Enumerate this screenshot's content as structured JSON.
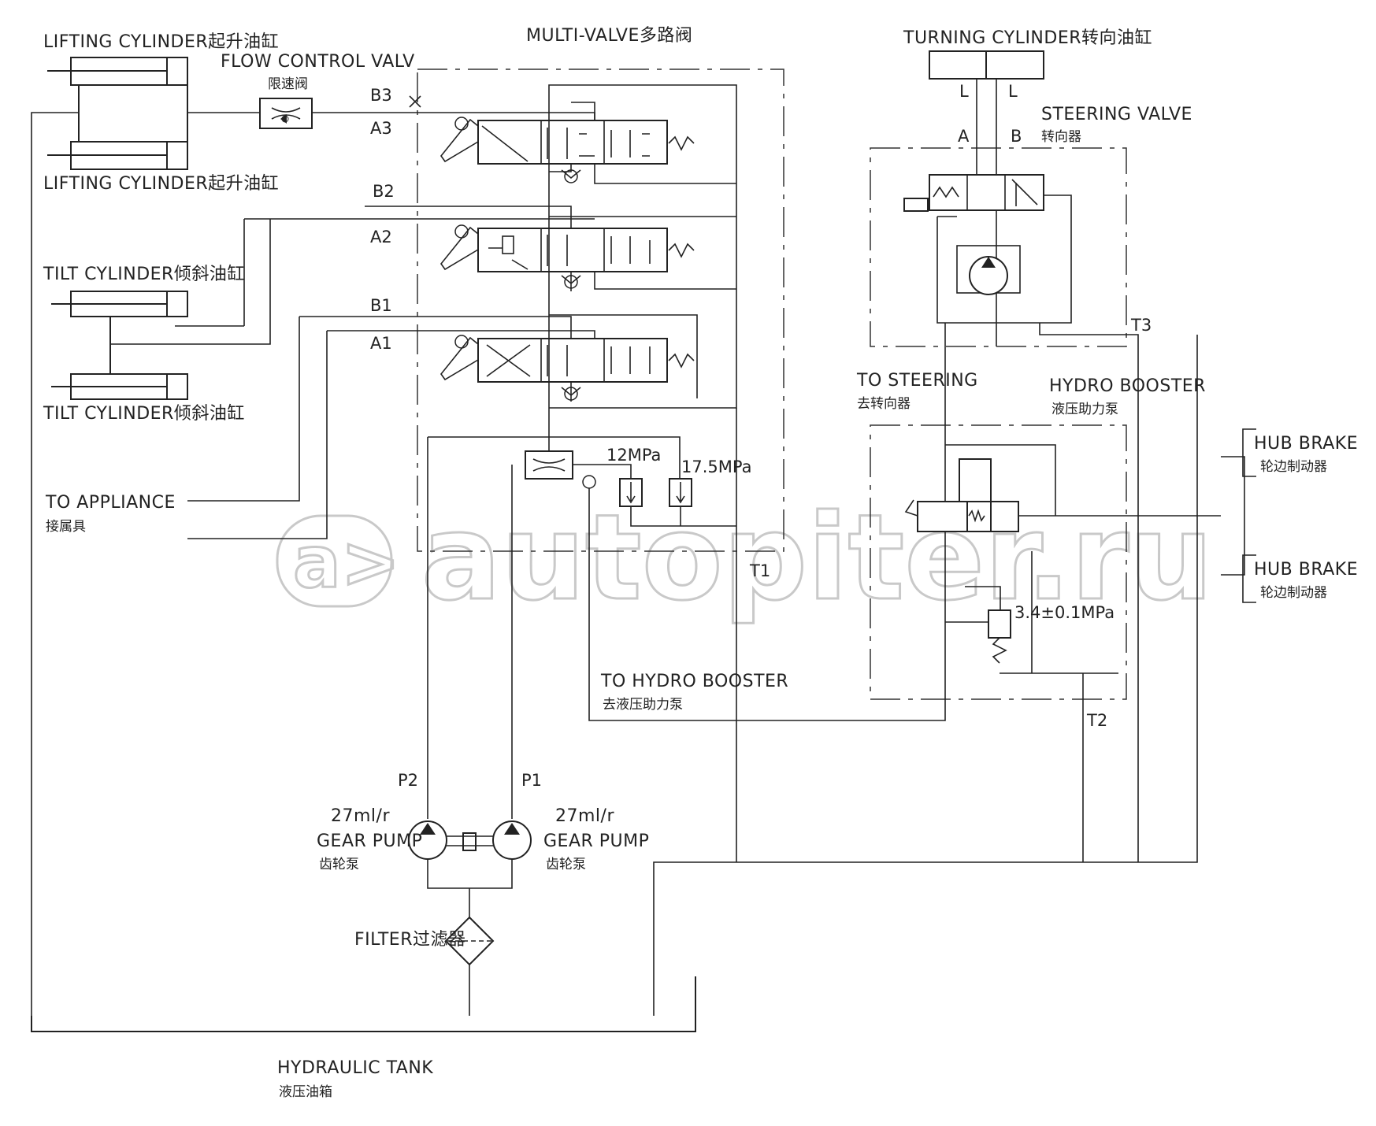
{
  "labels": {
    "lifting_cyl_top": "LIFTING CYLINDER起升油缸",
    "lifting_cyl_bottom": "LIFTING CYLINDER起升油缸",
    "flow_control": "FLOW CONTROL VALV",
    "flow_control_cn": "限速阀",
    "multi_valve": "MULTI-VALVE多路阀",
    "turning_cyl": "TURNING CYLINDER转向油缸",
    "steering_valve": "STEERING VALVE",
    "steering_valve_cn": "转向器",
    "tilt_cyl_top": "TILT CYLINDER倾斜油缸",
    "tilt_cyl_bottom": "TILT CYLINDER倾斜油缸",
    "to_appliance": "TO APPLIANCE",
    "to_appliance_cn": "接属具",
    "to_steering": "TO STEERING",
    "to_steering_cn": "去转向器",
    "hydro_booster": "HYDRO BOOSTER",
    "hydro_booster_cn": "液压助力泵",
    "hub_brake_1": "HUB BRAKE",
    "hub_brake_1_cn": "轮边制动器",
    "hub_brake_2": "HUB BRAKE",
    "hub_brake_2_cn": "轮边制动器",
    "to_hydro_booster": "TO HYDRO BOOSTER",
    "to_hydro_booster_cn": "去液压助力泵",
    "pump_left_disp": "27ml/r",
    "pump_left_name": "GEAR PUMP",
    "pump_left_cn": "齿轮泵",
    "pump_right_disp": "27ml/r",
    "pump_right_name": "GEAR PUMP",
    "pump_right_cn": "齿轮泵",
    "filter": "FILTER过滤器",
    "hydraulic_tank": "HYDRAULIC TANK",
    "hydraulic_tank_cn": "液压油箱",
    "relief_12": "12MPa",
    "relief_175": "17.5MPa",
    "relief_34": "3.4±0.1MPa",
    "watermark": "autopiter.ru"
  },
  "ports": {
    "b3": "B3",
    "a3": "A3",
    "b2": "B2",
    "a2": "A2",
    "b1": "B1",
    "a1": "A1",
    "t1": "T1",
    "t2": "T2",
    "t3": "T3",
    "p1": "P1",
    "p2": "P2",
    "a": "A",
    "b": "B",
    "l_left": "L",
    "l_right": "L"
  }
}
